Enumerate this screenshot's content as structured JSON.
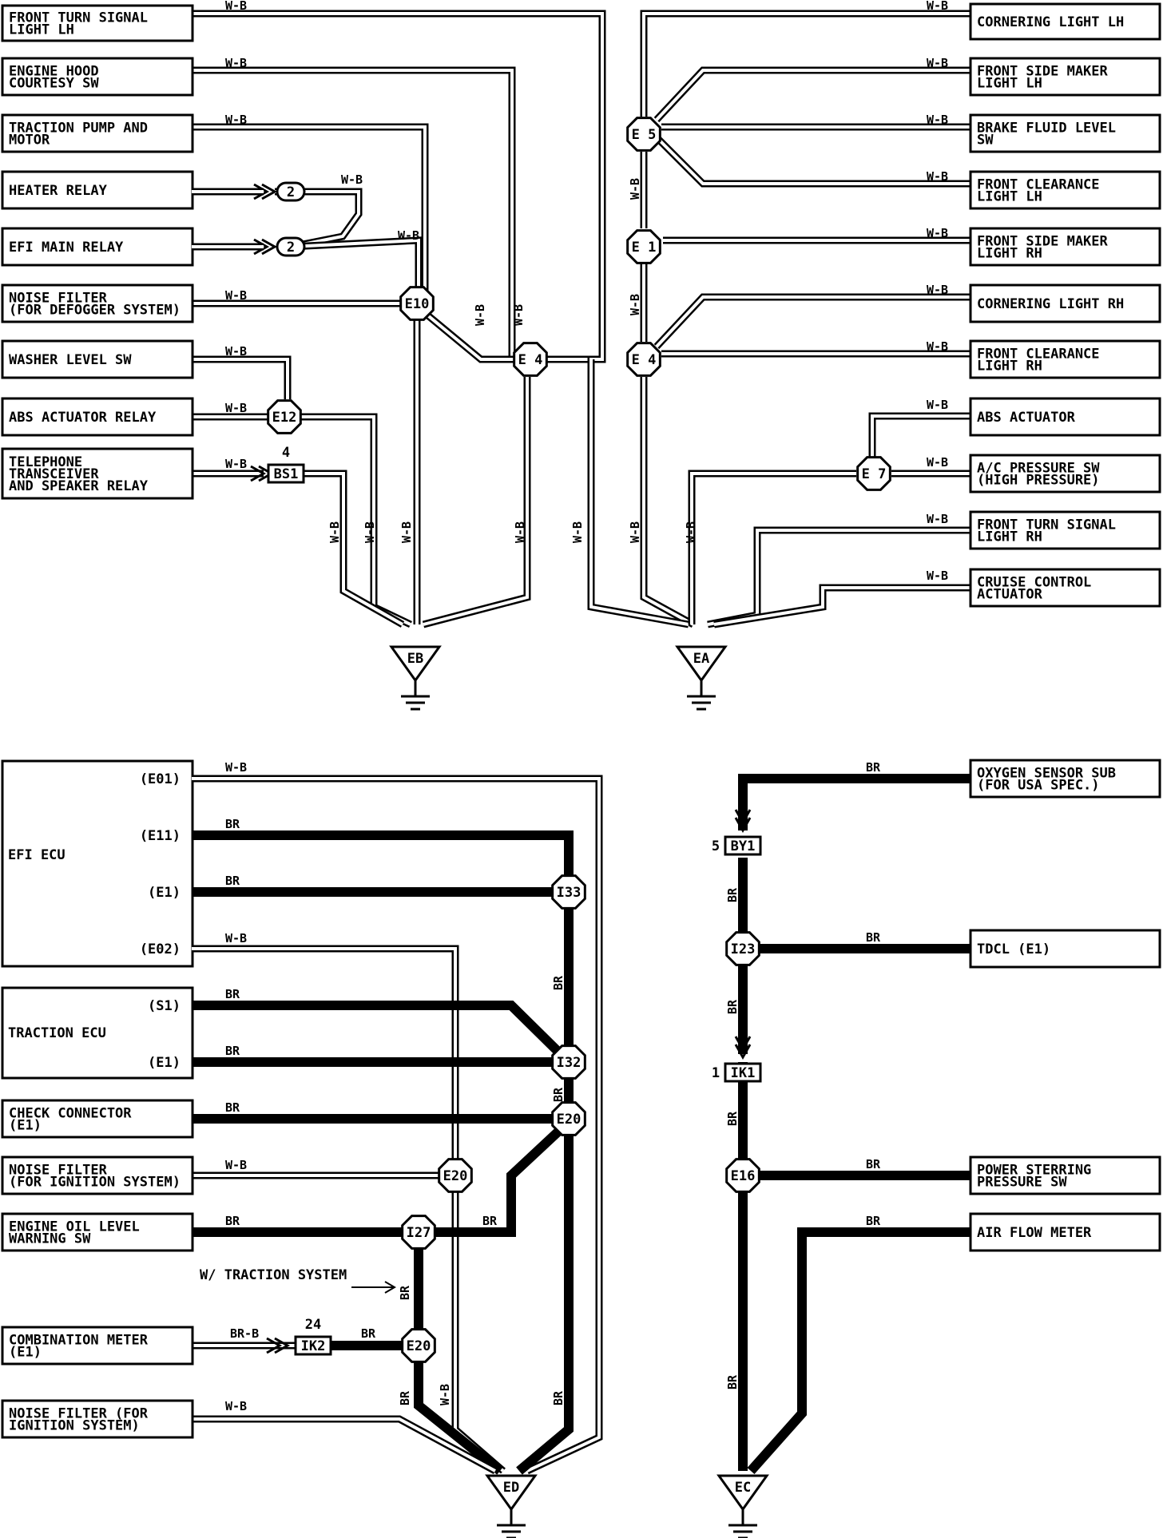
{
  "components_left_top": [
    {
      "id": "front-turn-signal-lh",
      "lines": [
        "FRONT TURN SIGNAL",
        "LIGHT LH"
      ],
      "wire": "W-B"
    },
    {
      "id": "engine-hood-courtesy-sw",
      "lines": [
        "ENGINE HOOD",
        "COURTESY SW"
      ],
      "wire": "W-B"
    },
    {
      "id": "traction-pump-motor",
      "lines": [
        "TRACTION PUMP AND",
        "MOTOR"
      ],
      "wire": "W-B"
    },
    {
      "id": "heater-relay",
      "lines": [
        "HEATER RELAY"
      ],
      "wire": "W-B"
    },
    {
      "id": "efi-main-relay",
      "lines": [
        "EFI MAIN RELAY"
      ],
      "wire": "W-B"
    },
    {
      "id": "noise-filter-defogger",
      "lines": [
        "NOISE FILTER",
        "(FOR DEFOGGER SYSTEM)"
      ],
      "wire": "W-B"
    },
    {
      "id": "washer-level-sw",
      "lines": [
        "WASHER LEVEL SW"
      ],
      "wire": "W-B"
    },
    {
      "id": "abs-actuator-relay",
      "lines": [
        "ABS ACTUATOR RELAY"
      ],
      "wire": "W-B"
    },
    {
      "id": "telephone-transceiver",
      "lines": [
        "TELEPHONE",
        "TRANSCEIVER",
        "AND SPEAKER RELAY"
      ],
      "wire": "W-B"
    }
  ],
  "components_right_top": [
    {
      "id": "cornering-light-lh",
      "lines": [
        "CORNERING LIGHT LH"
      ],
      "wire": "W-B"
    },
    {
      "id": "front-side-maker-lh",
      "lines": [
        "FRONT SIDE MAKER",
        "LIGHT LH"
      ],
      "wire": "W-B"
    },
    {
      "id": "brake-fluid-level-sw",
      "lines": [
        "BRAKE FLUID LEVEL",
        "SW"
      ],
      "wire": "W-B"
    },
    {
      "id": "front-clearance-lh",
      "lines": [
        "FRONT CLEARANCE",
        "LIGHT LH"
      ],
      "wire": "W-B"
    },
    {
      "id": "front-side-maker-rh",
      "lines": [
        "FRONT SIDE MAKER",
        "LIGHT RH"
      ],
      "wire": "W-B"
    },
    {
      "id": "cornering-light-rh",
      "lines": [
        "CORNERING LIGHT RH"
      ],
      "wire": "W-B"
    },
    {
      "id": "front-clearance-rh",
      "lines": [
        "FRONT CLEARANCE",
        "LIGHT RH"
      ],
      "wire": "W-B"
    },
    {
      "id": "abs-actuator",
      "lines": [
        "ABS ACTUATOR"
      ],
      "wire": "W-B"
    },
    {
      "id": "ac-pressure-sw",
      "lines": [
        "A/C PRESSURE SW",
        "(HIGH PRESSURE)"
      ],
      "wire": "W-B"
    },
    {
      "id": "front-turn-signal-rh",
      "lines": [
        "FRONT TURN SIGNAL",
        "LIGHT RH"
      ],
      "wire": "W-B"
    },
    {
      "id": "cruise-control-actuator",
      "lines": [
        "CRUISE CONTROL",
        "ACTUATOR"
      ],
      "wire": "W-B"
    }
  ],
  "components_left_bottom": [
    {
      "id": "efi-ecu",
      "lines": [
        "EFI ECU"
      ],
      "pins": [
        "(E01)",
        "(E11)",
        "(E1)",
        "(E02)"
      ]
    },
    {
      "id": "traction-ecu",
      "lines": [
        "TRACTION ECU"
      ],
      "pins": [
        "(S1)",
        "(E1)"
      ]
    },
    {
      "id": "check-connector",
      "lines": [
        "CHECK CONNECTOR",
        "(E1)"
      ]
    },
    {
      "id": "noise-filter-ignition-1",
      "lines": [
        "NOISE FILTER",
        "(FOR IGNITION SYSTEM)"
      ]
    },
    {
      "id": "engine-oil-level-sw",
      "lines": [
        "ENGINE OIL LEVEL",
        "WARNING SW"
      ]
    },
    {
      "id": "combination-meter",
      "lines": [
        "COMBINATION METER",
        "(E1)"
      ]
    },
    {
      "id": "noise-filter-ignition-2",
      "lines": [
        "NOISE FILTER (FOR",
        "IGNITION SYSTEM)"
      ]
    }
  ],
  "components_right_bottom": [
    {
      "id": "oxygen-sensor-sub",
      "lines": [
        "OXYGEN SENSOR SUB",
        "(FOR USA SPEC.)"
      ]
    },
    {
      "id": "tdcl",
      "lines": [
        "TDCL (E1)"
      ]
    },
    {
      "id": "power-steering-sw",
      "lines": [
        "POWER STERRING",
        "PRESSURE SW"
      ]
    },
    {
      "id": "air-flow-meter",
      "lines": [
        "AIR FLOW METER"
      ]
    }
  ],
  "wire_colors": {
    "wb": "W-B",
    "br": "BR",
    "brb": "BR-B"
  },
  "junctions": {
    "j2a": "2",
    "j2b": "2",
    "e10": "E10",
    "e12": "E12",
    "bs1": "BS1",
    "bs1_pin": "4",
    "e4_left": "E 4",
    "e5": "E 5",
    "e1": "E 1",
    "e4_right": "E 4",
    "e7": "E 7",
    "i33": "I33",
    "i32": "I32",
    "e20a": "E20",
    "e20b": "E20",
    "i27": "I27",
    "e20c": "E20",
    "ik2": "IK2",
    "ik2_pin": "24",
    "by1": "BY1",
    "by1_pin": "5",
    "i23": "I23",
    "ik1": "IK1",
    "ik1_pin": "1",
    "e16": "E16"
  },
  "grounds": {
    "eb": "EB",
    "ea": "EA",
    "ed": "ED",
    "ec": "EC"
  },
  "notes": {
    "traction": "W/ TRACTION SYSTEM"
  }
}
